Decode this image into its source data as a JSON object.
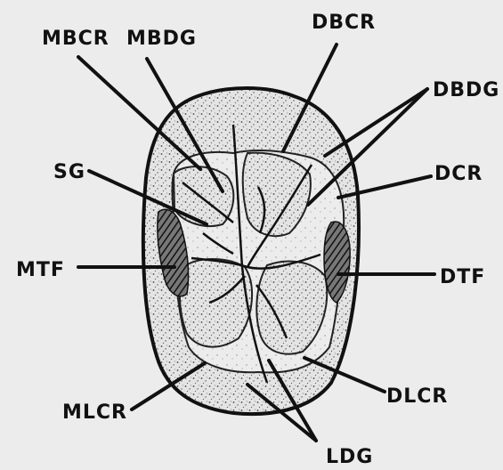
{
  "diagram": {
    "labels": {
      "mbcr": "MBCR",
      "mbdg": "MBDG",
      "dbcr": "DBCR",
      "dbdg": "DBDG",
      "sg": "SG",
      "dcr": "DCR",
      "mtf": "MTF",
      "dtf": "DTF",
      "mlcr": "MLCR",
      "dlcr": "DLCR",
      "ldg": "LDG"
    }
  }
}
